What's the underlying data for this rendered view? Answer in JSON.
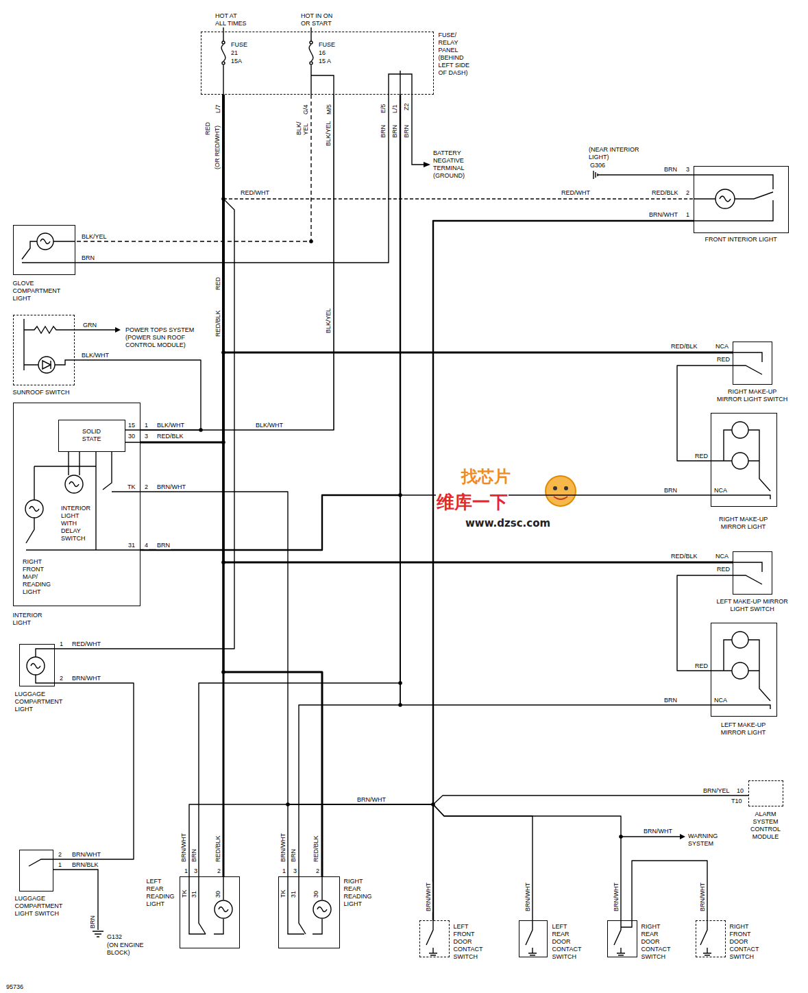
{
  "diagram": {
    "nodes": [
      {
        "text": [
          "FUSE/ RELAY PANEL (BEHIND LEFT SIDE OF DASH)"
        ]
      },
      {
        "text": [
          "FRONT INTERIOR LIGHT"
        ]
      },
      {
        "text": [
          "GLOVE COMPARTMENT LIGHT"
        ]
      },
      {
        "text": [
          "SUNROOF SWITCH"
        ]
      },
      {
        "text": [
          "INTERIOR LIGHT"
        ]
      },
      {
        "text": [
          "SOLID STATE"
        ],
        "in": 4
      },
      {
        "text": [
          "RIGHT MAKE-UP MIRROR LIGHT SWITCH"
        ]
      },
      {
        "text": [
          "RIGHT MAKE-UP MIRROR LIGHT"
        ]
      },
      {
        "text": [
          "LEFT MAKE-UP MIRROR LIGHT SWITCH"
        ]
      },
      {
        "text": [
          "LEFT MAKE-UP MIRROR LIGHT"
        ]
      },
      {
        "text": [
          "LUGGAGE COMPARTMENT LIGHT"
        ]
      },
      {
        "text": [
          "LUGGAGE COMPARTMENT LIGHT SWITCH"
        ]
      },
      {
        "text": [
          "LEFT REAR READING LIGHT"
        ]
      },
      {
        "text": [
          "RIGHT REAR READING LIGHT"
        ]
      },
      {
        "text": [
          "LEFT FRONT DOOR CONTACT SWITCH"
        ]
      },
      {
        "text": [
          "LEFT REAR DOOR CONTACT SWITCH"
        ]
      },
      {
        "text": [
          "RIGHT REAR DOOR CONTACT SWITCH"
        ]
      },
      {
        "text": [
          "RIGHT FRONT DOOR CONTACT SWITCH"
        ]
      },
      {
        "text": [
          "ALARM SYSTEM CONTROL MODULE"
        ]
      }
    ],
    "edges": [
      {
        "from": 0,
        "to": 1,
        "arrow": "none"
      },
      {
        "from": 0,
        "to": 10,
        "arrow": "none"
      },
      {
        "from": 0,
        "to": 6,
        "arrow": "none"
      },
      {
        "from": 0,
        "to": 4,
        "arrow": "none"
      },
      {
        "from": 0,
        "to": 8,
        "arrow": "none"
      },
      {
        "from": 0,
        "to": 12,
        "arrow": "none"
      },
      {
        "from": 0,
        "to": 13,
        "arrow": "none"
      },
      {
        "from": 0,
        "to": 2,
        "arrow": "none"
      },
      {
        "from": 0,
        "to": 4,
        "arrow": "none"
      },
      {
        "from": 3,
        "to": 4,
        "arrow": "none"
      },
      {
        "from": 0,
        "to": 2,
        "arrow": "none"
      },
      {
        "from": 0,
        "to": 7,
        "arrow": "none"
      },
      {
        "from": 0,
        "to": 4,
        "arrow": "none"
      },
      {
        "from": 0,
        "to": 12,
        "arrow": "none"
      },
      {
        "from": 0,
        "to": 9,
        "arrow": "none"
      },
      {
        "from": 0,
        "to": 13,
        "arrow": "none"
      },
      {
        "from": 1,
        "to": 4,
        "arrow": "none"
      },
      {
        "from": 1,
        "to": 12,
        "arrow": "none"
      },
      {
        "from": 1,
        "to": 13,
        "arrow": "none"
      },
      {
        "from": 1,
        "to": 14,
        "arrow": "none"
      },
      {
        "from": 1,
        "to": 15,
        "arrow": "none"
      },
      {
        "from": 1,
        "to": 16,
        "arrow": "none"
      },
      {
        "from": 16,
        "to": 17,
        "arrow": "none"
      },
      {
        "from": 1,
        "to": 18,
        "arrow": "none"
      },
      {
        "from": 10,
        "to": 11,
        "arrow": "none"
      },
      {
        "from": 6,
        "to": 7,
        "arrow": "none"
      },
      {
        "from": 8,
        "to": 9,
        "arrow": "none"
      }
    ],
    "labels": [
      "HOT AT ALL TIMES",
      "HOT IN ON OR START",
      "FUSE",
      "21",
      "15A",
      "FUSE",
      "16",
      "15 A",
      "L/7",
      "G/4",
      "M/5",
      "E/5",
      "L/1",
      "Z2",
      "RED",
      "(OR RED/WHT)",
      "BLK/ YEL",
      "BLK/YEL",
      "BRN",
      "BRN",
      "BRN",
      "BATTERY NEGATIVE TERMINAL (GROUND)",
      "(NEAR INTERIOR LIGHT)",
      "G306",
      "BRN",
      "3",
      "RED/WHT",
      "RED/WHT",
      "RED/BLK",
      "2",
      "BRN/WHT",
      "1",
      "BLK/YEL",
      "BRN",
      "RED",
      "RED/BLK",
      "BLK/YEL",
      "GRN",
      "POWER TOPS SYSTEM (POWER SUN ROOF CONTROL MODULE)",
      "BLK/WHT",
      "15",
      "1",
      "BLK/WHT",
      "30",
      "3",
      "RED/BLK",
      "BLK/WHT",
      "TK",
      "2",
      "BRN/WHT",
      "31",
      "4",
      "BRN",
      "INTERIOR LIGHT WITH DELAY SWITCH",
      "RIGHT FRONT MAP/ READING LIGHT",
      "RED/BLK",
      "NCA",
      "RED",
      "RED",
      "BRN",
      "NCA",
      "RED/BLK",
      "NCA",
      "RED",
      "RED",
      "BRN",
      "NCA",
      "1",
      "RED/WHT",
      "2",
      "BRN/WHT",
      "2",
      "BRN/WHT",
      "1",
      "BRN/BLK",
      "BRN",
      "G132",
      "(ON ENGINE BLOCK)",
      "BRN/WHT",
      "BRN",
      "RED/BLK",
      "1",
      "3",
      "2",
      "TK",
      "31",
      "30",
      "BRN/WHT",
      "BRN",
      "RED/BLK",
      "1",
      "3",
      "2",
      "TK",
      "31",
      "30",
      "BRN/WHT",
      "BRN/WHT",
      "BRN/WHT",
      "BRN/WHT",
      "BRN/WHT",
      "BRN/WHT",
      "WARNING SYSTEM",
      "BRN/YEL",
      "10",
      "T10",
      "95736",
      "找芯片",
      "维库一下",
      "www.dzsc.com"
    ]
  }
}
